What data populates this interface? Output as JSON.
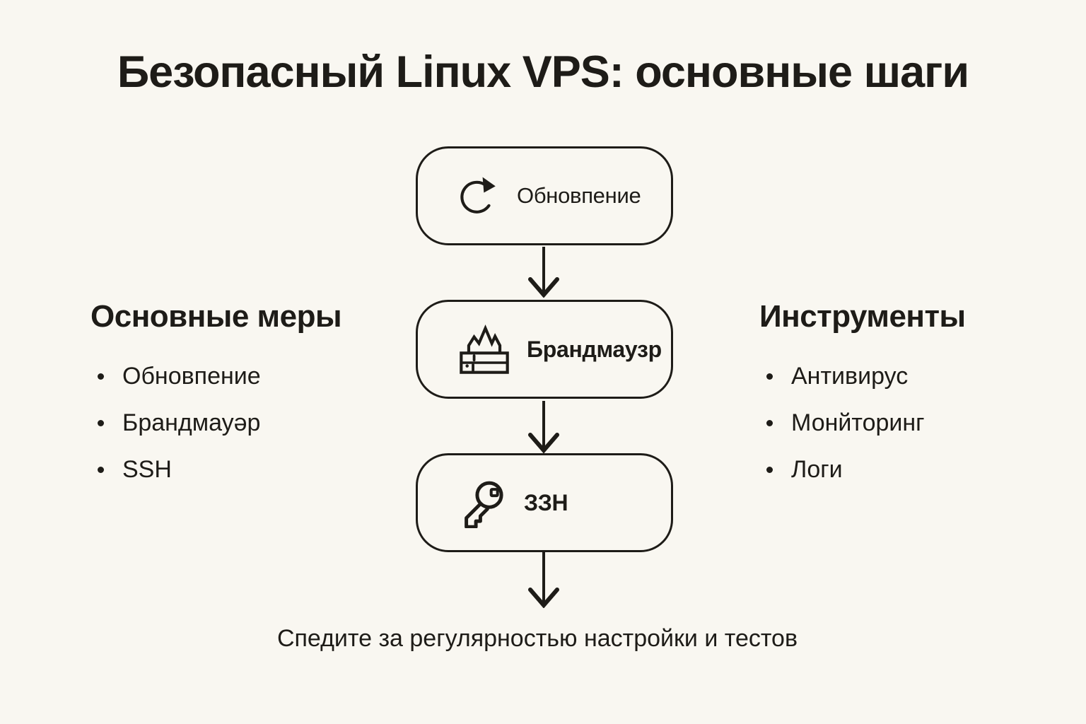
{
  "colors": {
    "background": "#f9f7f1",
    "ink": "#1e1c18"
  },
  "title": "Безопасный Liпux VPS: основные шаги",
  "flow": {
    "steps": [
      {
        "label": "Обновпение",
        "icon": "refresh-icon"
      },
      {
        "label": "Брандмаузр",
        "icon": "firewall-icon"
      },
      {
        "label": "ЗЗН",
        "icon": "key-icon"
      }
    ],
    "caption": "Спедите за регулярностью настройки и тестов"
  },
  "left_panel": {
    "heading": "Основные меры",
    "items": [
      "Обновпение",
      "Брандмауəр",
      "SSH"
    ]
  },
  "right_panel": {
    "heading": "Инструменты",
    "items": [
      "Антивирус",
      "Монйторинг",
      "Логи"
    ]
  }
}
